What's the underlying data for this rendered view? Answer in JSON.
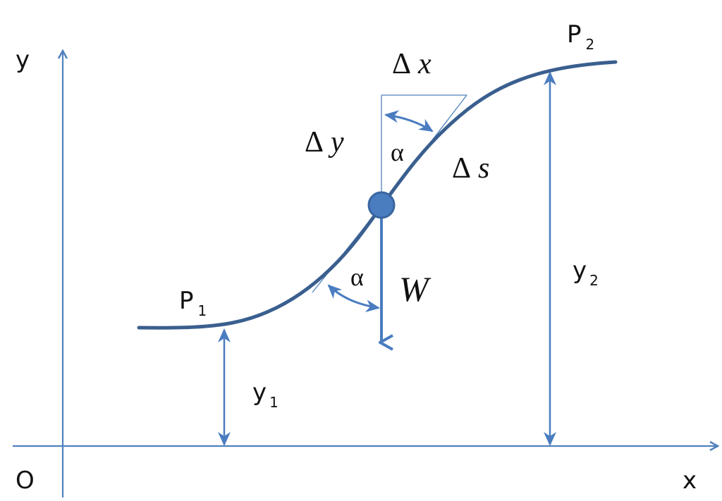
{
  "colors": {
    "axis": "#4f81bd",
    "curve": "#3a5f8f",
    "arrow": "#4a7cc0",
    "ball_fill": "#4a7cc0",
    "ball_stroke": "#3a66a0",
    "text": "#111111",
    "background": "#ffffff"
  },
  "axes": {
    "x_label": "x",
    "y_label": "y",
    "origin_label": "O"
  },
  "points": {
    "p1": {
      "main": "P",
      "sub": "1"
    },
    "p2": {
      "main": "P",
      "sub": "2"
    }
  },
  "heights": {
    "y1": {
      "main": "y",
      "sub": "1"
    },
    "y2": {
      "main": "y",
      "sub": "2"
    }
  },
  "triangle": {
    "dx": {
      "delta": "Δ",
      "var": "x"
    },
    "dy": {
      "delta": "Δ",
      "var": "y"
    },
    "ds": {
      "delta": "Δ",
      "var": "s"
    },
    "angle_top": "α"
  },
  "force": {
    "label": "W",
    "angle_bottom": "α"
  }
}
